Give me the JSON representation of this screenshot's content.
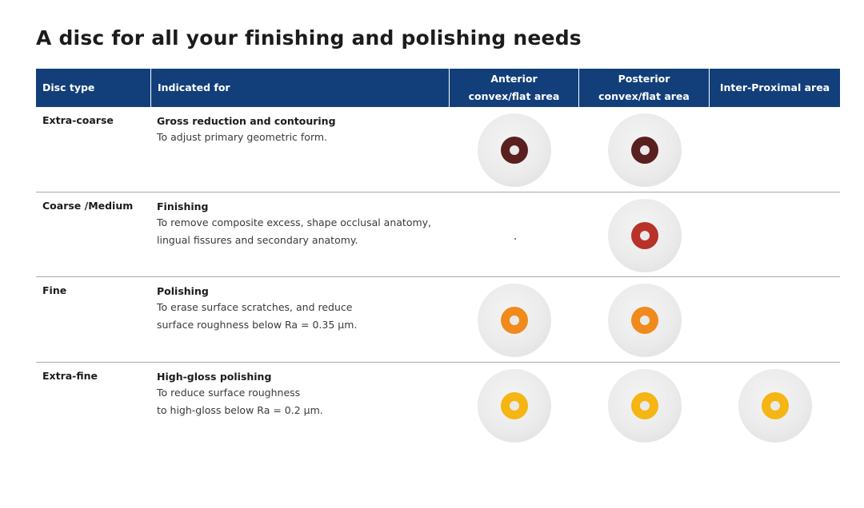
{
  "title": "A disc for all your finishing and polishing needs",
  "header": {
    "disc_type": "Disc type",
    "indicated_for": "Indicated for",
    "anterior_1": "Anterior",
    "anterior_2": "convex/flat area",
    "posterior_1": "Posterior",
    "posterior_2": "convex/flat area",
    "interproximal": "Inter-Proximal area"
  },
  "rows": [
    {
      "type": "Extra-coarse",
      "title": "Gross reduction and contouring",
      "lines": [
        "To adjust primary geometric form."
      ],
      "color": "#5a1f1f",
      "anterior": true,
      "posterior": true,
      "interproximal": false
    },
    {
      "type": "Coarse /Medium",
      "title": "Finishing",
      "lines": [
        "To remove composite excess, shape occlusal anatomy,",
        "lingual fissures and secondary anatomy."
      ],
      "color": "#b8322a",
      "anterior": false,
      "posterior": true,
      "interproximal": false
    },
    {
      "type": "Fine",
      "title": "Polishing",
      "lines": [
        "To erase surface scratches, and reduce",
        "surface roughness below Ra = 0.35 µm."
      ],
      "color": "#f08a1c",
      "anterior": true,
      "posterior": true,
      "interproximal": false
    },
    {
      "type": "Extra-fine",
      "title": "High-gloss polishing",
      "lines": [
        "To reduce surface roughness",
        "to high-gloss below Ra = 0.2 µm."
      ],
      "color": "#f5b512",
      "anterior": true,
      "posterior": true,
      "interproximal": true
    }
  ],
  "colors": {
    "header_bg": "#123f7a",
    "divider": "#a9a9a9"
  }
}
